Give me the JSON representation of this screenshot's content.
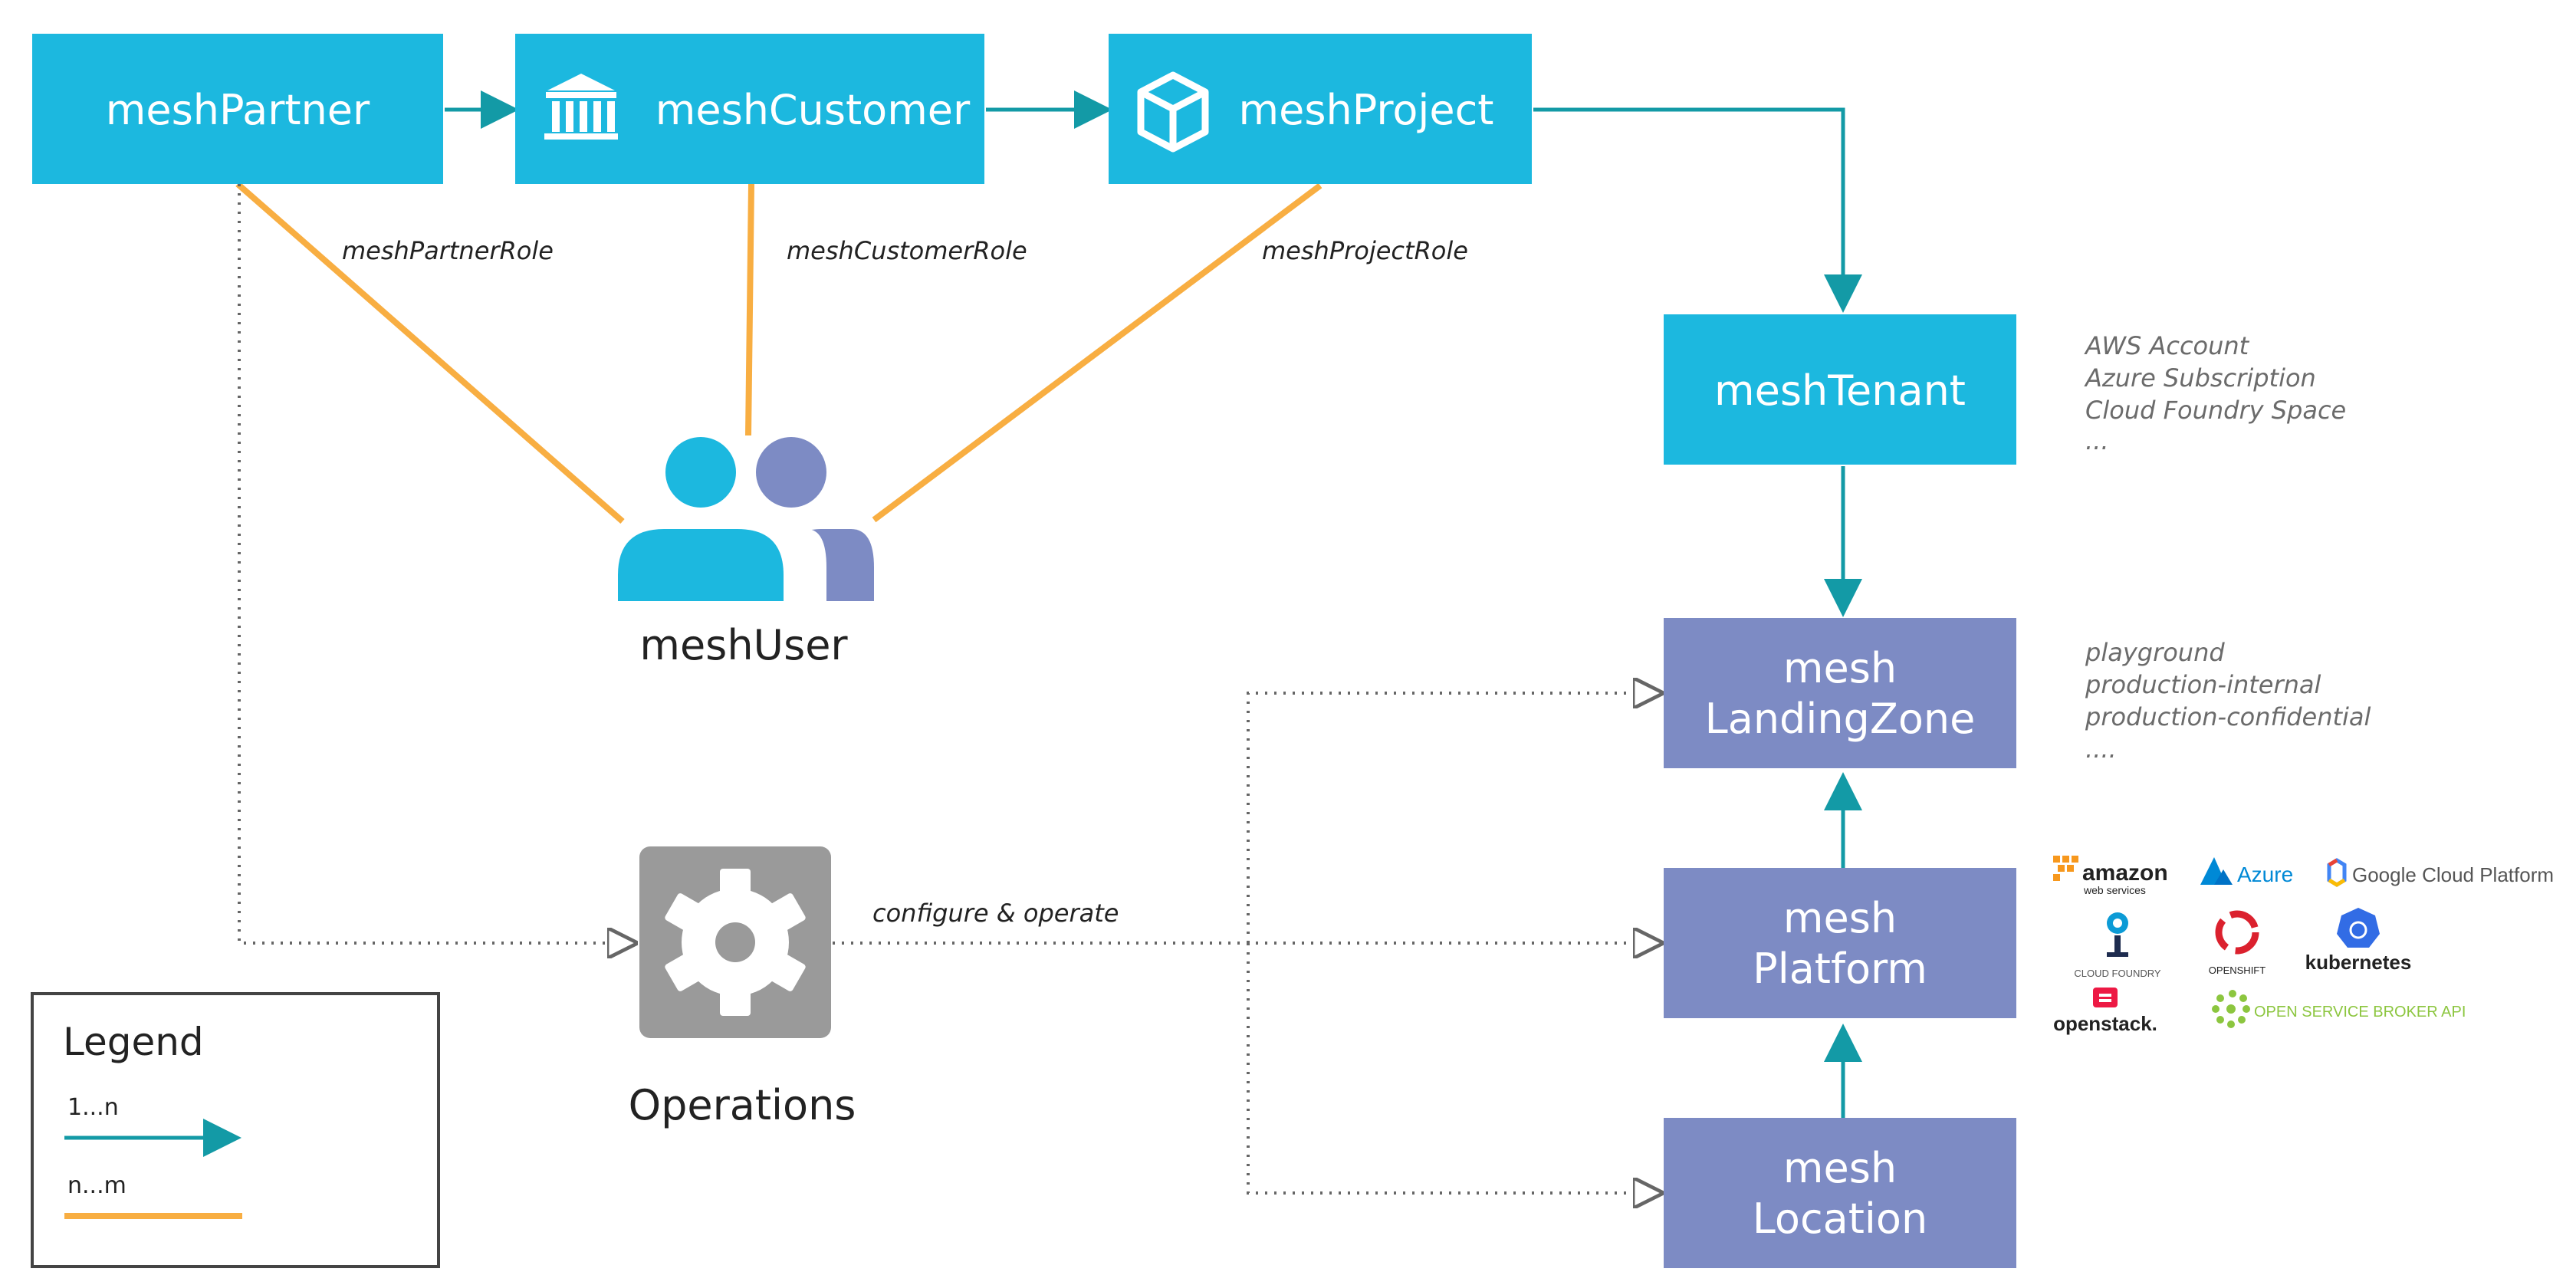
{
  "nodes": {
    "mesh_partner": "meshPartner",
    "mesh_customer": "meshCustomer",
    "mesh_project": "meshProject",
    "mesh_tenant": "meshTenant",
    "landing_zone": [
      "mesh",
      "LandingZone"
    ],
    "platform": [
      "mesh",
      "Platform"
    ],
    "location": [
      "mesh",
      "Location"
    ],
    "mesh_user": "meshUser",
    "operations": "Operations"
  },
  "edge_labels": {
    "partner_role": "meshPartnerRole",
    "customer_role": "meshCustomerRole",
    "project_role": "meshProjectRole",
    "configure": "configure & operate"
  },
  "tenant_notes": [
    "AWS Account",
    "Azure Subscription",
    "Cloud Foundry Space",
    "..."
  ],
  "landing_zone_notes": [
    "playground",
    "production-internal",
    "production-confidential",
    "...."
  ],
  "platform_logos": {
    "aws": [
      "amazon",
      "web services"
    ],
    "azure": "Azure",
    "gcp": "Google Cloud Platform",
    "cloudfoundry": "CLOUD FOUNDRY",
    "openshift": "OPENSHIFT",
    "kubernetes": "kubernetes",
    "openstack": "openstack.",
    "osb": "OPEN SERVICE BROKER API"
  },
  "legend": {
    "title": "Legend",
    "one_to_n": "1...n",
    "n_to_m": "n...m"
  },
  "colors": {
    "cyan": "#1cb8df",
    "purple": "#7d8bc4",
    "orange": "#f8ae42",
    "teal_arrow": "#139aa6",
    "gray_icon": "#9a9a9a",
    "dotted": "#666666"
  }
}
